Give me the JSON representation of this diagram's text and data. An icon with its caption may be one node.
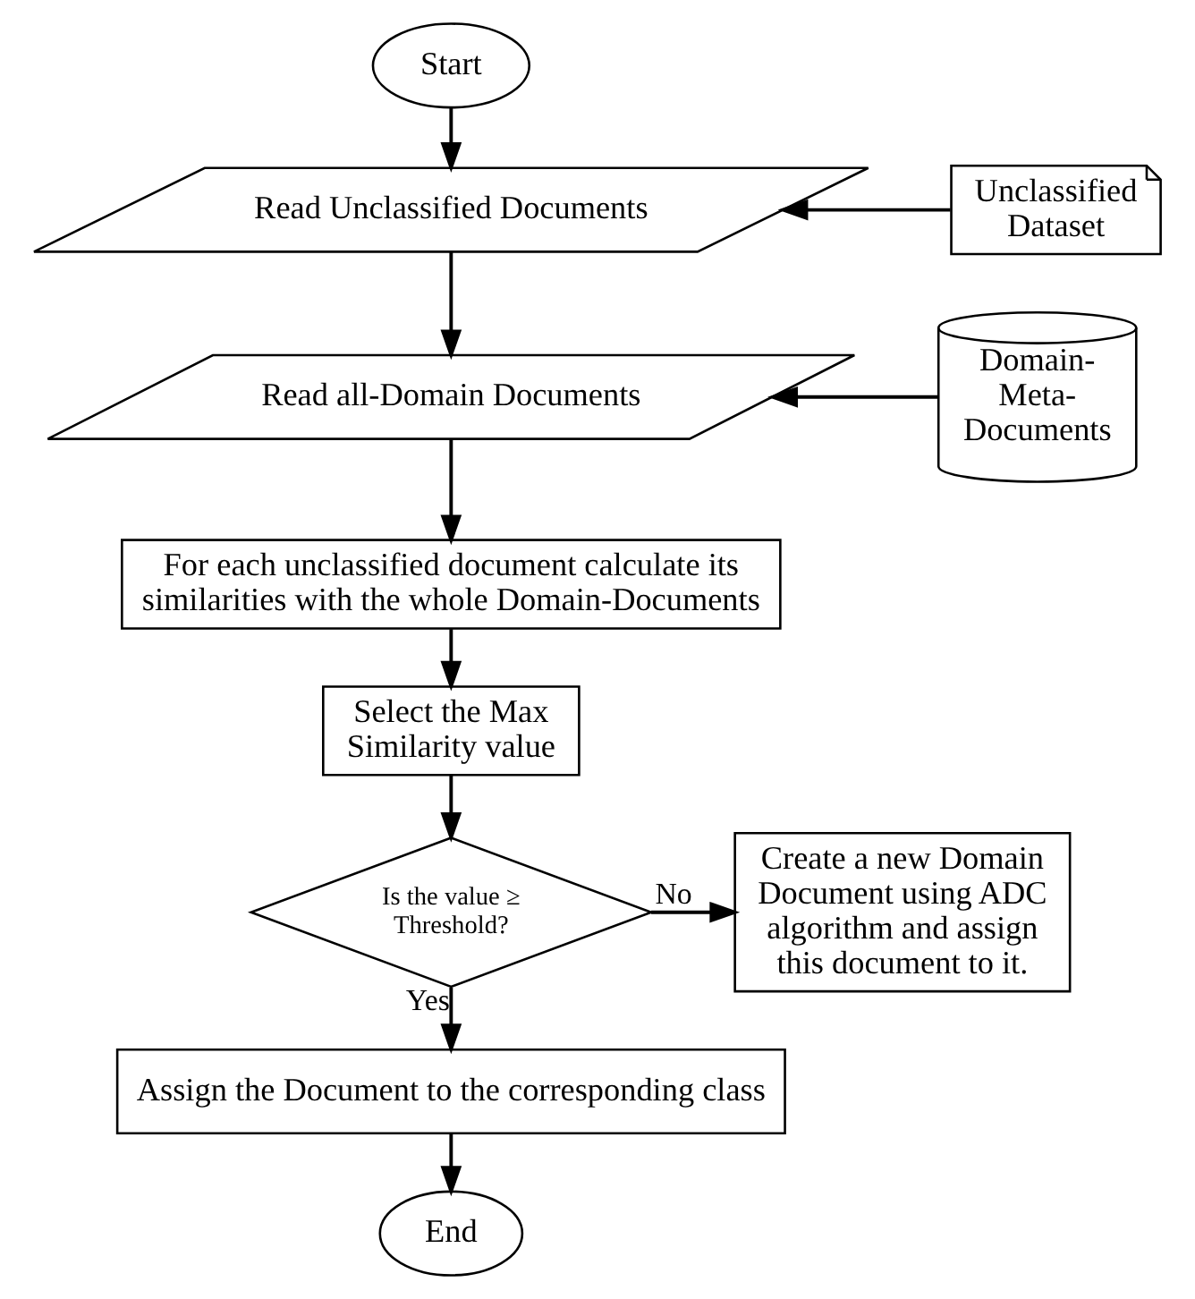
{
  "diagram": {
    "nodes": [
      {
        "text": [
          "Start"
        ]
      },
      {
        "text": [
          "Read Unclassified Documents"
        ]
      },
      {
        "text": [
          "Unclassified Dataset"
        ]
      },
      {
        "text": [
          "Read all-Domain Documents"
        ]
      },
      {
        "text": [
          "Domain-Meta-Documents"
        ]
      },
      {
        "text": [
          "For each unclassified document calculate its similarities with the whole Domain-Documents"
        ]
      },
      {
        "text": [
          "Select the Max Similarity value"
        ]
      },
      {
        "text": [
          "Is the value ≥ Threshold?"
        ]
      },
      {
        "text": [
          "Create a new Domain Document using ADC algorithm and assign this document to it."
        ]
      },
      {
        "text": [
          "Assign the Document to the corresponding class"
        ]
      },
      {
        "text": [
          "End"
        ]
      }
    ],
    "edges": [
      {
        "from": 0,
        "to": 1,
        "arrow": "to"
      },
      {
        "from": 2,
        "to": 1,
        "arrow": "to"
      },
      {
        "from": 1,
        "to": 3,
        "arrow": "to"
      },
      {
        "from": 4,
        "to": 3,
        "arrow": "to"
      },
      {
        "from": 3,
        "to": 5,
        "arrow": "to"
      },
      {
        "from": 5,
        "to": 6,
        "arrow": "to"
      },
      {
        "from": 6,
        "to": 7,
        "arrow": "to"
      },
      {
        "from": 7,
        "to": 8,
        "label": "No",
        "arrow": "to"
      },
      {
        "from": 7,
        "to": 9,
        "label": "Yes",
        "arrow": "to"
      },
      {
        "from": 9,
        "to": 10,
        "arrow": "to"
      }
    ]
  }
}
